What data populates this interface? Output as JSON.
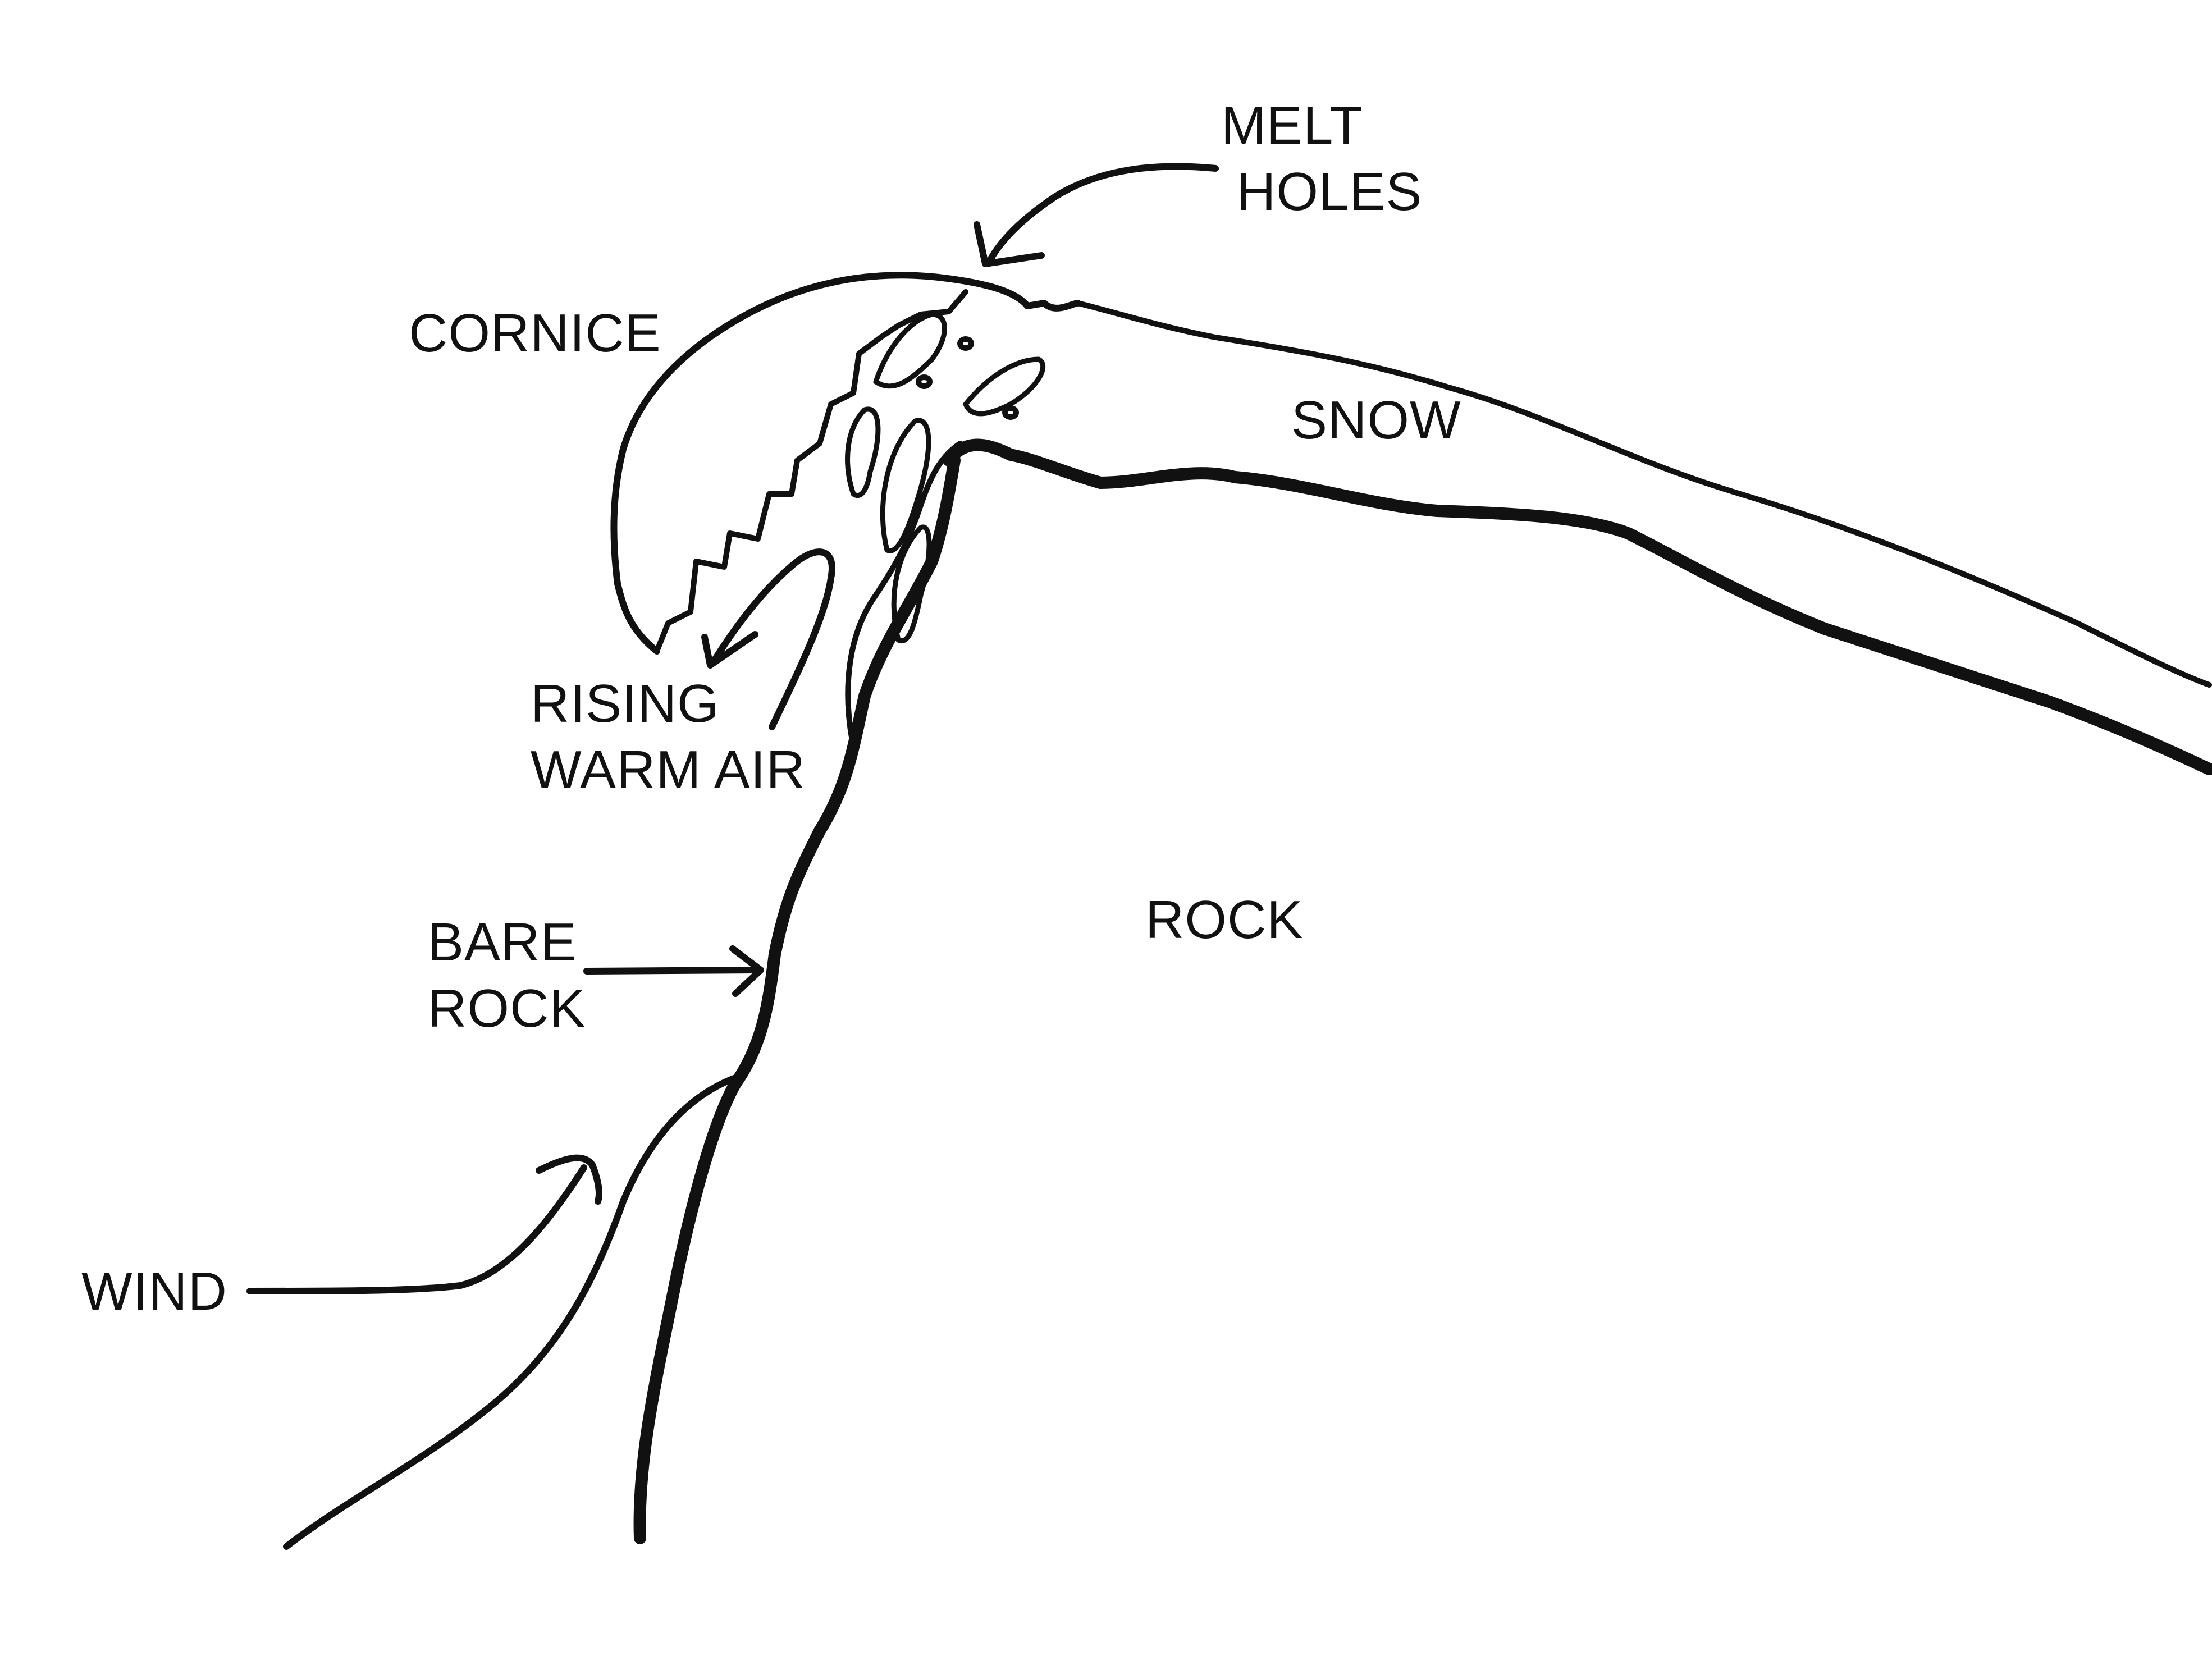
{
  "labels": {
    "melt_holes": [
      "MELT",
      "HOLES"
    ],
    "cornice": "CORNICE",
    "snow": "SNOW",
    "rising_warm_air": [
      "RISING",
      "WARM AIR"
    ],
    "bare_rock": [
      "BARE",
      "ROCK"
    ],
    "rock": "ROCK",
    "wind": "WIND"
  },
  "colors": {
    "ink": "#111111",
    "paper": "#ffffff"
  }
}
